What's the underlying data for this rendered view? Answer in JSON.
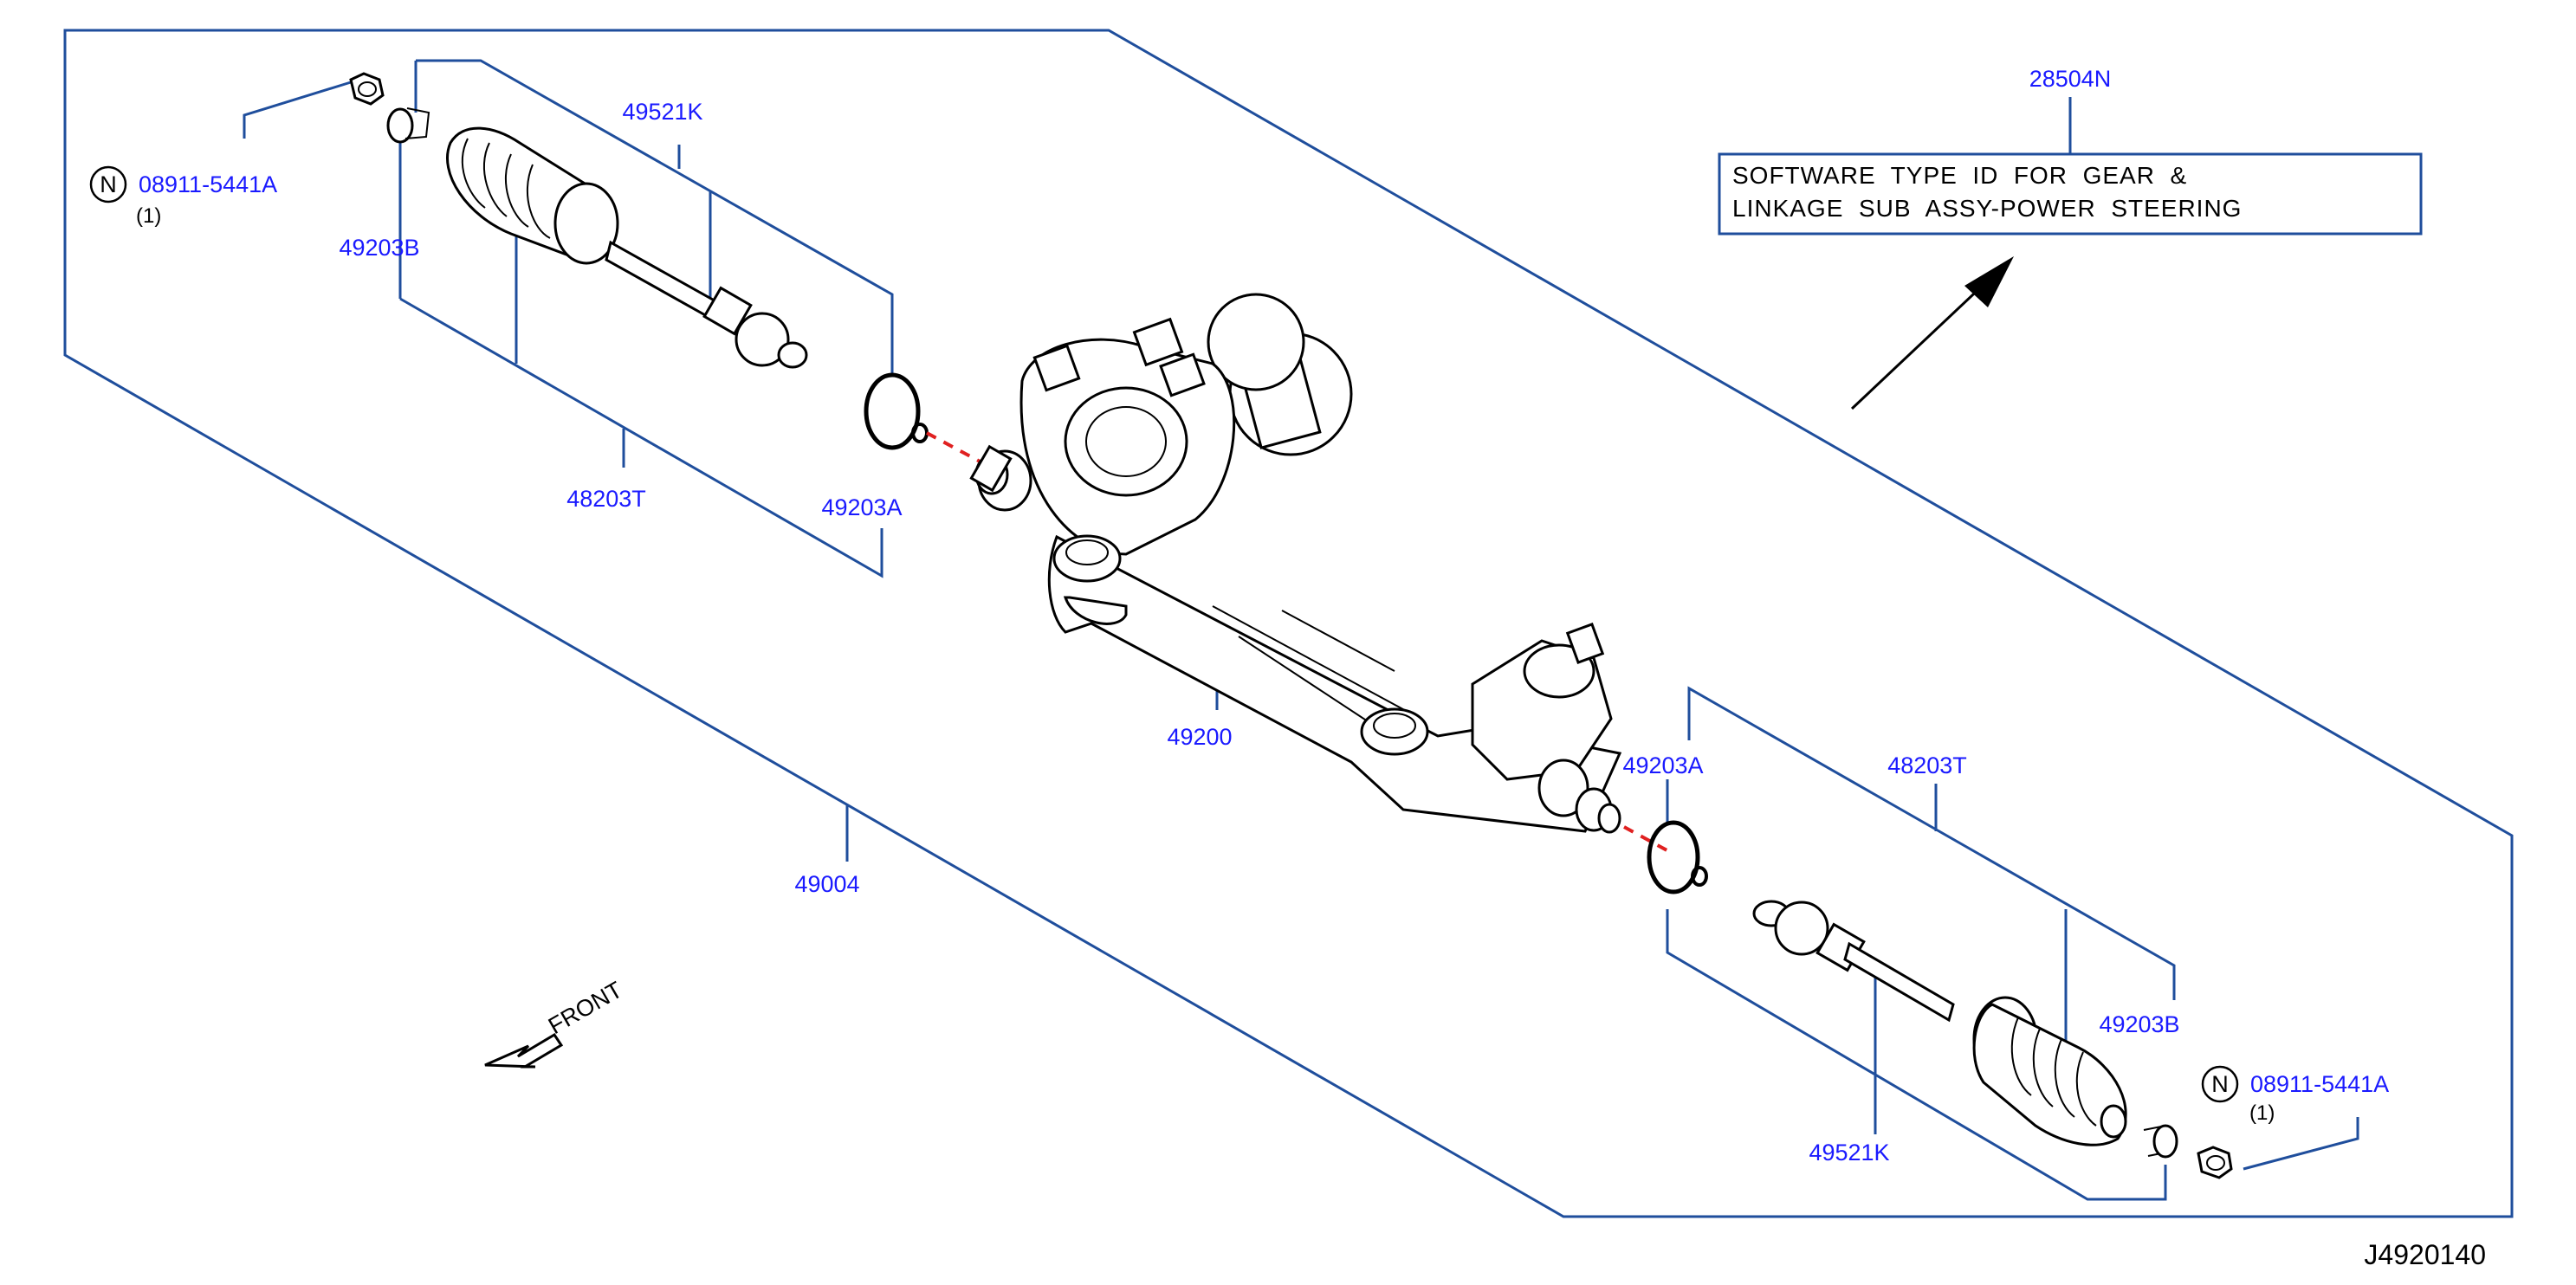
{
  "diagram_id": "J4920140",
  "front_label": "FRONT",
  "note": {
    "part_number": "28504N",
    "line1": "SOFTWARE  TYPE  ID  FOR  GEAR  &",
    "line2": "LINKAGE  SUB  ASSY-POWER  STEERING"
  },
  "assembly_label": "49004",
  "gear_label": "49200",
  "left_kit": {
    "boot_kit": "48203T",
    "inner_socket": "49521K",
    "clamp_large": "49203A",
    "clamp_small": "49203B",
    "nut_symbol": "N",
    "nut_part": "08911-5441A",
    "nut_qty": "(1)"
  },
  "right_kit": {
    "boot_kit": "48203T",
    "inner_socket": "49521K",
    "clamp_large": "49203A",
    "clamp_small": "49203B",
    "nut_symbol": "N",
    "nut_part": "08911-5441A",
    "nut_qty": "(1)"
  },
  "colors": {
    "label": "#1a1aff",
    "leader": "#1f4e9c",
    "dash": "#e02020"
  }
}
